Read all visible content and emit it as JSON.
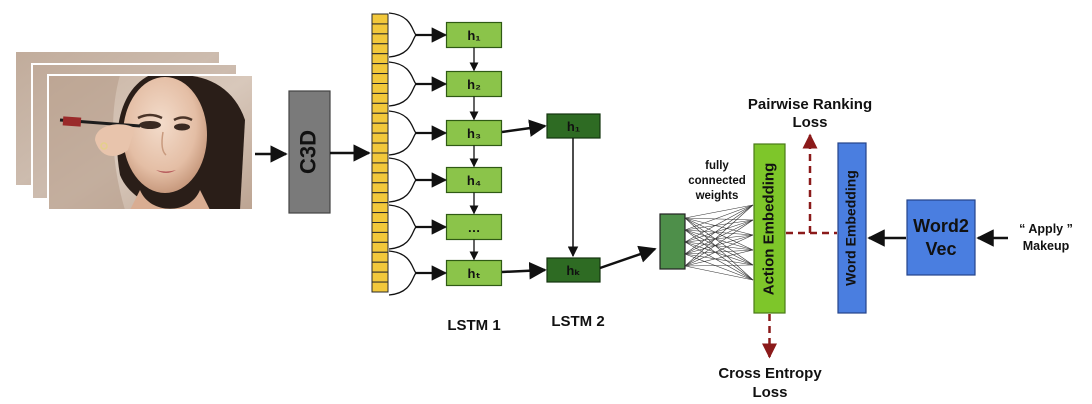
{
  "input": {
    "frame_count": 3
  },
  "c3d": {
    "label": "C3D"
  },
  "feature_column": {
    "cell_count": 28,
    "color": "#f2c83b"
  },
  "lstm1": {
    "label": "LSTM 1",
    "cells": [
      "h₁",
      "h₂",
      "h₃",
      "h₄",
      "…",
      "hₜ"
    ],
    "color": "#8bc44a"
  },
  "lstm2": {
    "label": "LSTM 2",
    "cells": [
      "h₁",
      "hₖ"
    ],
    "color": "#2e6b23"
  },
  "fc_weights": {
    "label": [
      "fully",
      "connected",
      "weights"
    ]
  },
  "action_embedding": {
    "label": "Action Embedding",
    "color": "#7ec62a"
  },
  "word_embedding": {
    "label": "Word Embedding",
    "color": "#4a7ee0"
  },
  "word2vec": {
    "label": [
      "Word2",
      "Vec"
    ],
    "color": "#4a7ee0"
  },
  "input_phrase": {
    "lines": [
      "“ Apply ”",
      "Makeup"
    ]
  },
  "losses": {
    "pairwise_ranking": [
      "Pairwise Ranking",
      "Loss"
    ],
    "cross_entropy": [
      "Cross Entropy",
      "Loss"
    ],
    "color": "#8b1a1a"
  },
  "colors": {
    "c3d": "#7a7a7a",
    "fc_block": "#4e8f4a",
    "arrow": "#111111"
  }
}
